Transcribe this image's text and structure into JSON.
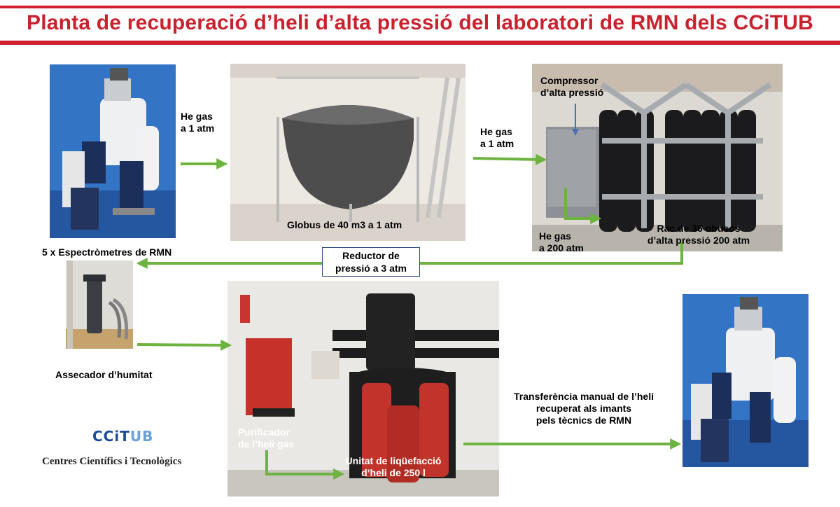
{
  "title": "Planta de recuperació d’heli d’alta pressió del laboratori de RMN dels CCiTUB",
  "labels": {
    "he_gas_1": "He gas",
    "he_gas_1b": "a 1 atm",
    "he_gas_2": "He gas",
    "he_gas_2b": "a 1 atm",
    "compressor_1": "Compressor",
    "compressor_2": "d’alta pressió",
    "globus": "Globus de 40 m3 a 1 atm",
    "he_gas_3": "He gas",
    "he_gas_3b": "a 200 atm",
    "rac_1": "Rac de 36 obusos",
    "rac_2": "d’alta pressió 200 atm",
    "espectrometres": "5 x Espectròmetres de RMN",
    "reductor_1": "Reductor de",
    "reductor_2": "pressió a 3 atm",
    "assecador": "Assecador d’humitat",
    "purificador_1": "Purificador",
    "purificador_2": "de l’heli gas",
    "unitat_1": "Unitat de liqüefacció",
    "unitat_2": "d’heli de 250 l",
    "transferencia_1": "Transferència manual de l’heli",
    "transferencia_2": "recuperat als imants",
    "transferencia_3": "pels tècnics de RMN"
  },
  "logo": {
    "main_dark": "CCiT",
    "main_light": "UB",
    "subtitle": "Centres Científics i Tecnològics"
  },
  "colors": {
    "title": "#c8222f",
    "arrow": "#6db33f",
    "compressor_arrow": "#4a6fb5"
  }
}
